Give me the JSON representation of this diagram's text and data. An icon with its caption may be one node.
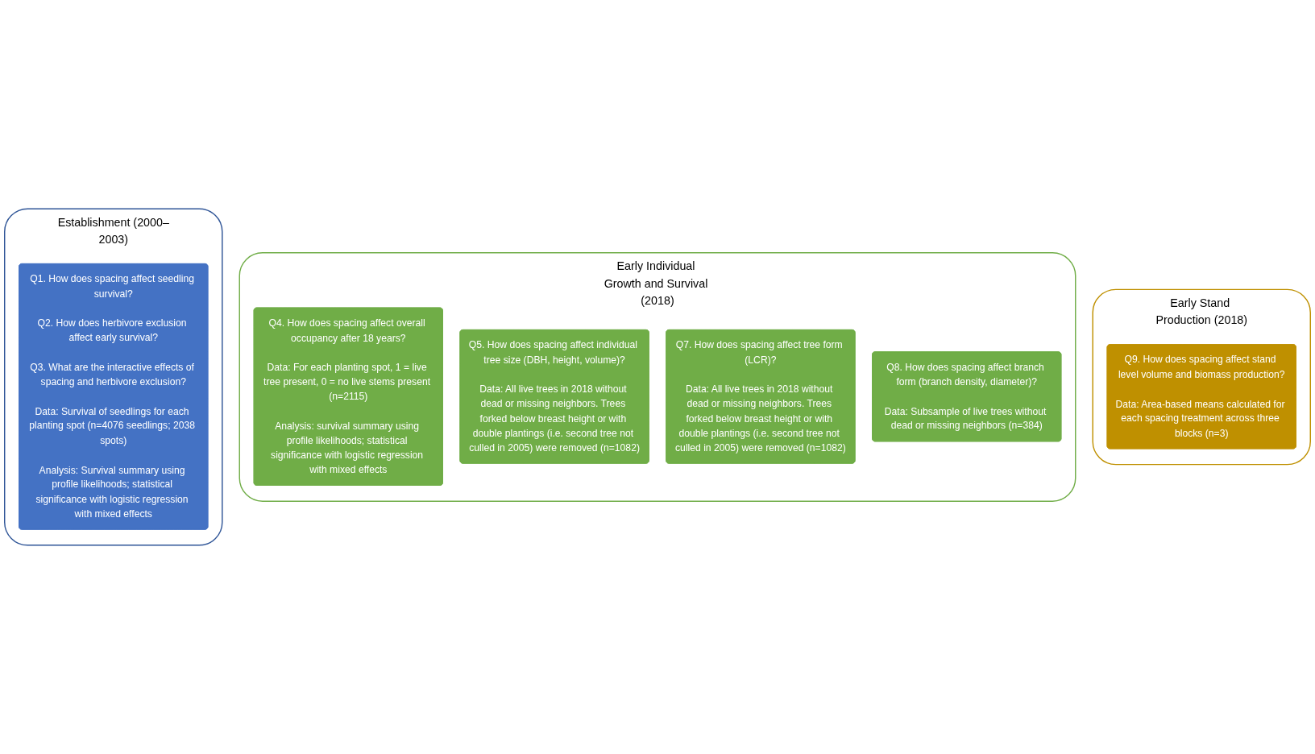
{
  "diagram": {
    "nodes": [
      {
        "text": [
          "Establishment (2000–2003)"
        ]
      },
      {
        "text": [
          "Q1. How does spacing affect seedling survival?",
          "Q2. How does herbivore exclusion affect early survival?",
          "Q3. What are the interactive effects of spacing and herbivore exclusion?",
          "Data: Survival of seedlings for each planting spot (n=4076 seedlings; 2038 spots)",
          "Analysis: Survival summary using profile likelihoods; statistical significance with logistic regression with mixed effects"
        ],
        "in": 0
      },
      {
        "text": [
          "Early Individual Growth and Survival (2018)"
        ]
      },
      {
        "text": [
          "Q4. How does spacing affect overall occupancy after 18 years?",
          "Data: For each planting spot, 1 = live tree present, 0 = no live stems present (n=2115)",
          "Analysis: survival summary using profile likelihoods; statistical significance with logistic regression with mixed effects"
        ],
        "in": 2
      },
      {
        "text": [
          "Q5. How does spacing affect individual tree size (DBH, height, volume)?",
          "Data: All live trees in 2018 without dead or missing neighbors. Trees forked below breast height or with double plantings (i.e. second tree not culled in 2005) were removed (n=1082)"
        ],
        "in": 2
      },
      {
        "text": [
          "Q7. How does spacing affect tree form (LCR)?",
          "Data: All live trees in 2018 without dead or missing neighbors. Trees forked below breast height or with double plantings (i.e. second tree not culled in 2005) were removed (n=1082)"
        ],
        "in": 2
      },
      {
        "text": [
          "Q8. How does spacing affect branch form (branch density, diameter)?",
          "Data: Subsample of live trees without dead or missing neighbors (n=384)"
        ],
        "in": 2
      },
      {
        "text": [
          "Early Stand Production (2018)"
        ]
      },
      {
        "text": [
          "Q9. How does spacing affect stand level volume and biomass production?",
          "Data: Area-based means calculated for each spacing treatment across three blocks (n=3)"
        ],
        "in": 7
      }
    ],
    "edges": []
  }
}
